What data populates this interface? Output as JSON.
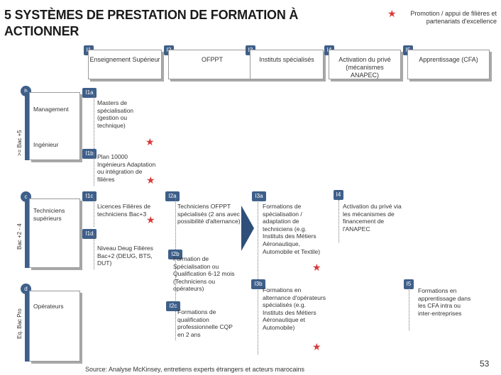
{
  "title": "5 SYSTÈMES DE PRESTATION DE FORMATION À ACTIONNER",
  "legend": {
    "text": "Promotion / appui de filières et partenariats d'excellence",
    "icon": "star-icon",
    "color": "#d93a3a"
  },
  "columns": [
    {
      "badge": "I1",
      "label": "Enseignement Supérieur"
    },
    {
      "badge": "I2",
      "label": "OFPPT"
    },
    {
      "badge": "I3",
      "label": "Instituts spécialisés"
    },
    {
      "badge": "I4",
      "label": "Activation du privé (mécanismes ANAPEC)"
    },
    {
      "badge": "I5",
      "label": "Apprentissage (CFA)"
    }
  ],
  "levels": [
    {
      "badge": "b",
      "side_label": ">= Bac +5",
      "box_lines": [
        "Management",
        "Ingénieur"
      ]
    },
    {
      "badge": "c",
      "side_label": "Bac +2 - 4",
      "box_lines": [
        "Techniciens supérieurs"
      ]
    },
    {
      "badge": "d",
      "side_label": "Eq. Bac Pro",
      "box_lines": [
        "Opérateurs"
      ]
    }
  ],
  "cells": {
    "I1a": {
      "badge": "I1a",
      "text": "Masters de spécialisation (gestion ou technique)"
    },
    "I1b": {
      "badge": "I1b",
      "text": "Plan 10000 Ingénieurs Adaptation ou intégration de filières"
    },
    "I1c": {
      "badge": "I1c",
      "text": "Licences Filières de techniciens Bac+3"
    },
    "I1d": {
      "badge": "I1d",
      "text": "Niveau Deug Filières Bac+2 (DEUG, BTS, DUT)"
    },
    "I2a": {
      "badge": "I2a",
      "text": "Techniciens OFPPT spécialisés (2 ans avec possibilité d'alternance)"
    },
    "I2b": {
      "badge": "I2b",
      "text": "Formation de Spécialisation ou Qualification 6-12 mois (Techniciens ou opérateurs)"
    },
    "I2c": {
      "badge": "I2c",
      "text": "Formations de qualification professionnelle CQP en 2 ans"
    },
    "I3a": {
      "badge": "I3a",
      "text": "Formations de spécialisation / adaptation de techniciens (e.g. Instituts des Métiers Aéronautique, Automobile et Textile)"
    },
    "I3b": {
      "badge": "I3b",
      "text": "Formations en alternance d'opérateurs spécialisés (e.g. Instituts des Métiers Aéronautique et Automobile)"
    },
    "I4": {
      "badge": "I4",
      "text": "Activation du privé via les mécanismes de financement de l'ANAPEC"
    },
    "I5": {
      "badge": "I5",
      "text": "Formations en apprentissage dans les CFA intra ou inter-entreprises"
    }
  },
  "source": "Source:   Analyse McKinsey, entretiens experts étrangers et acteurs marocains",
  "page_number": "53"
}
